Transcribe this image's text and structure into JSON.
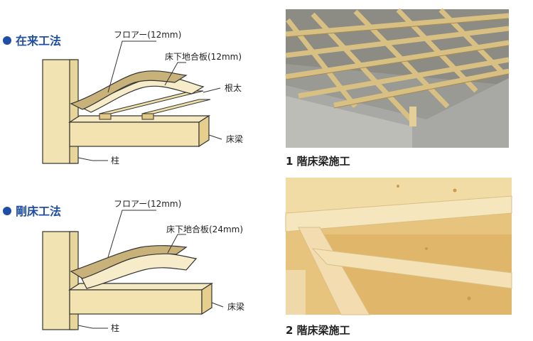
{
  "sections": [
    {
      "method": "在来工法",
      "labels": {
        "flooring": "フロアー(12mm)",
        "subfloor": "床下地合板(12mm)",
        "joist": "根太",
        "beam": "床梁",
        "post": "柱"
      },
      "photo_caption": "1 階床梁施工"
    },
    {
      "method": "剛床工法",
      "labels": {
        "flooring": "フロアー(12mm)",
        "subfloor": "床下地合板(24mm)",
        "beam": "床梁",
        "post": "柱"
      },
      "photo_caption": "2 階床梁施工"
    }
  ],
  "colors": {
    "method_blue": "#1f4ea6",
    "wood_light": "#f3e3b0",
    "wood_mid": "#e8d08d",
    "flooring_brown": "#c9b27a",
    "outline": "#333333"
  },
  "icons": [
    "bullet-dot-icon"
  ]
}
